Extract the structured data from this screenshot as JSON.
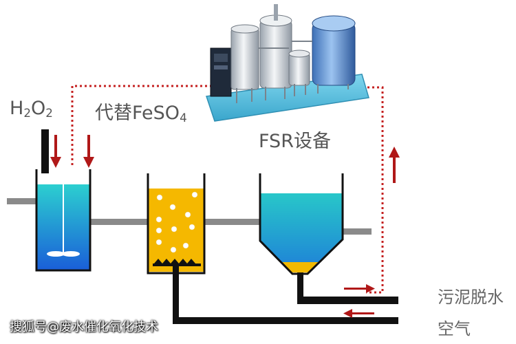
{
  "labels": {
    "h2o2": {
      "main": "H",
      "sub1": "2",
      "mid": "O",
      "sub2": "2"
    },
    "feso4": {
      "main": "代替FeSO",
      "sub": "4"
    },
    "fsr_equipment": "FSR设备",
    "sludge_dewatering": "污泥脱水",
    "air": "空气"
  },
  "watermark": "搜狐号@废水催化氧化技术",
  "colors": {
    "pipe_gray": "#8a8a8a",
    "pipe_black": "#111111",
    "arrow_red": "#b01818",
    "dotted_red": "#c42020",
    "water_top": "#22c3c8",
    "water_bottom": "#1b63d6",
    "reactor_yellow": "#f5b800",
    "sludge_yellow": "#f2b900"
  },
  "icons": [
    "h2o2-dosing-pipe",
    "mixer-icon",
    "fsr-equipment-icon",
    "aeration-diffuser-icon"
  ]
}
